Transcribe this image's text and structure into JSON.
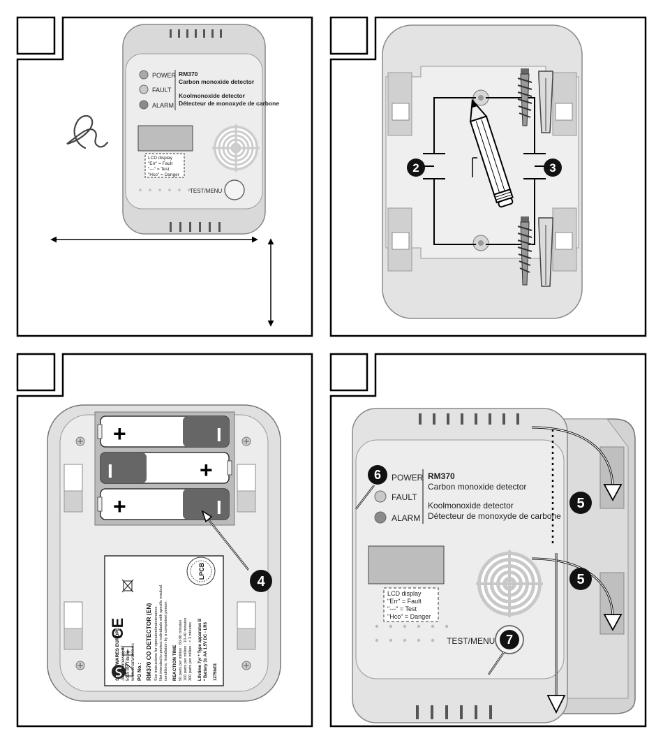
{
  "panel1": {
    "leds": [
      {
        "label": "POWER",
        "color": "#a9a9a9"
      },
      {
        "label": "FAULT",
        "color": "#c9c9c9"
      },
      {
        "label": "ALARM",
        "color": "#8a8a8a"
      }
    ],
    "model": "RM370",
    "name_en": "Carbon monoxide detector",
    "name_nl": "Koolmonoxide detector",
    "name_fr": "Détecteur de monoxyde de carbone",
    "lcd_lines": [
      "LCD display",
      "\"Err\" = Fault",
      "\"---\" = Test",
      "\"Hco\" = Danger"
    ],
    "button_label": "TEST/MENU"
  },
  "panel2": {
    "callout_left": "2",
    "callout_right": "3"
  },
  "panel3": {
    "callout": "4",
    "battery_plus": "+",
    "battery_minus": "I",
    "label_logo": "LPCB",
    "label_brand": "SMARTWARES EUROPE",
    "label_addr1": "Jules Verneweg 87",
    "label_addr2": "5015 BH Tilburg",
    "label_web": "www.smartwares.eu",
    "label_po": "PO No.:",
    "label_title": "RM370 CO DETECTOR (EN)",
    "label_line1": "See instructions for operation/maintenance.",
    "label_line2": "Not intended to protect individuals with specific medical",
    "label_line3": "conditions. Installation by a competent person.",
    "label_reaction": "REACTION TIME",
    "label_rt1": "50 parts per million : 60-90 minutes",
    "label_rt2": "100 parts per million : 10-40 minutes",
    "label_rt3": "300 parts per million : < 3 minutes",
    "label_battery1": "Lifetime 7yr * Type apparatus B",
    "label_battery2": "* Battery 3x AA 1.5V DC - LR6",
    "label_code": "1275b/01",
    "label_ce": "CE"
  },
  "panel4": {
    "leds": [
      {
        "label": "POWER",
        "color": "#a9a9a9"
      },
      {
        "label": "FAULT",
        "color": "#c9c9c9"
      },
      {
        "label": "ALARM",
        "color": "#8a8a8a"
      }
    ],
    "model": "RM370",
    "name_en": "Carbon monoxide detector",
    "name_nl": "Koolmonoxide detector",
    "name_fr": "Détecteur de monoxyde de carbone",
    "lcd_lines": [
      "LCD display",
      "\"Err\" = Fault",
      "\"---\" = Test",
      "\"Hco\" = Danger"
    ],
    "button_label": "TEST/MENU",
    "callout_led": "6",
    "callout_button": "7",
    "callout_slide_top": "5",
    "callout_slide_bottom": "5"
  },
  "colors": {
    "device_fill": "#e3e3e3",
    "device_face": "#ececec",
    "led_gray": "#9a9a9a",
    "battery_dark": "#666666",
    "callout": "#111111"
  }
}
